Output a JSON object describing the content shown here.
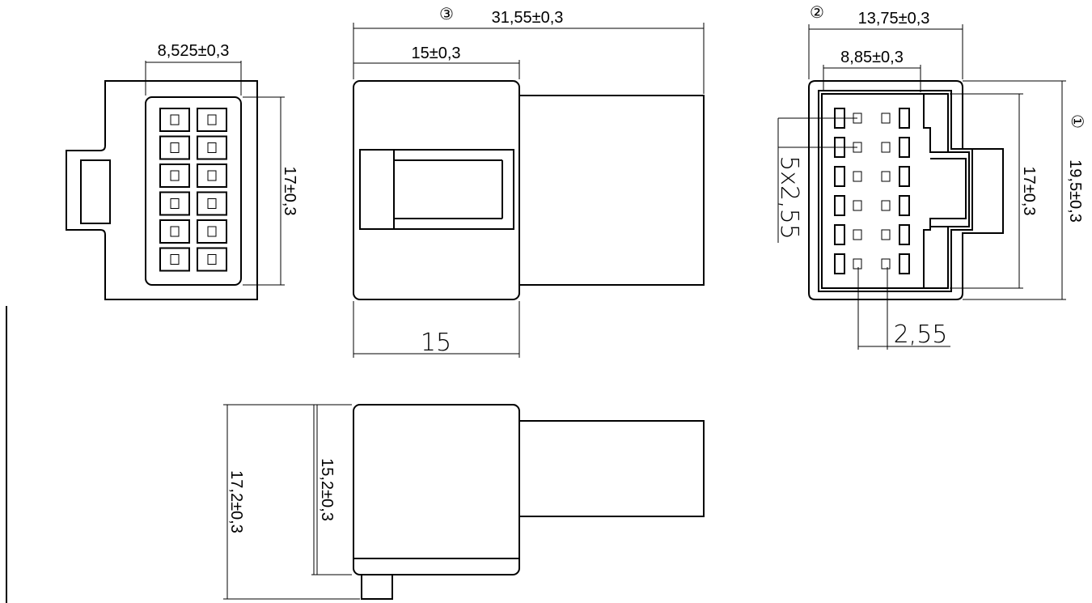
{
  "view1": {
    "width_label": "8,525±0,3",
    "height_label": "17±0,3"
  },
  "view2": {
    "marker": "③",
    "overall_length_label": "31,55±0,3",
    "body_length_label": "15±0,3",
    "bottom_length_label": "15"
  },
  "view3": {
    "marker": "②",
    "width_label": "13,75±0,3",
    "inner_width_label": "8,85±0,3",
    "inner_height_label": "17±0,3",
    "height_label": "19,5±0,3",
    "height_marker": "①",
    "pitch_vertical_label": "5x2,55",
    "pitch_horizontal_label": "2,55"
  },
  "view4": {
    "height_outer_label": "17,2±0,3",
    "height_inner_label": "15,2±0,3"
  }
}
